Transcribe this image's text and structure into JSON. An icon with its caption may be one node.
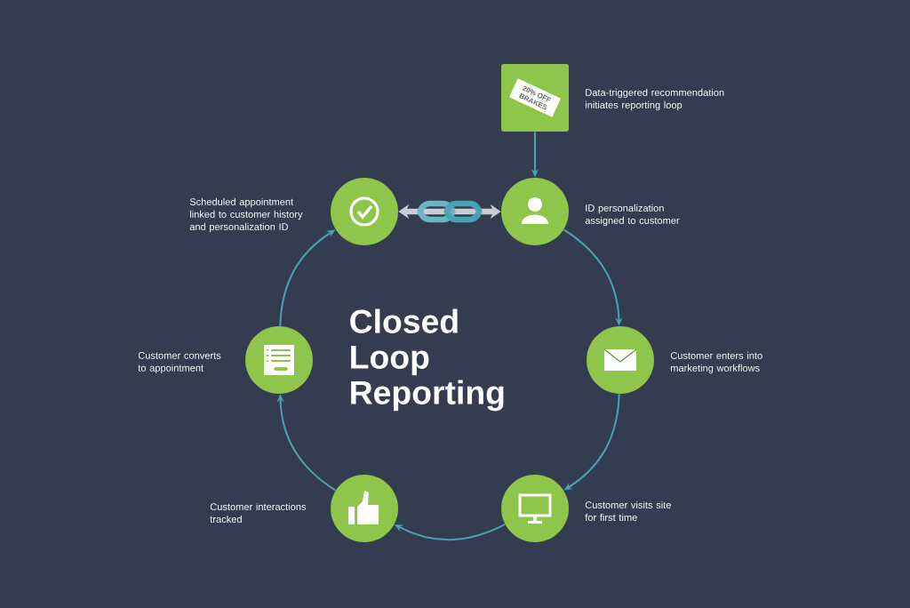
{
  "diagram": {
    "title": "Closed Loop Reporting",
    "nodes": [
      {
        "text": [
          "20% OFF BRAKES"
        ],
        "beside": [
          "Data-triggered recommendation initiates reporting loop"
        ]
      },
      {
        "text": [],
        "shape": "circle",
        "beside": [
          "ID personalization assigned to customer"
        ]
      },
      {
        "text": [],
        "shape": "circle",
        "beside": [
          "Customer enters into marketing workflows"
        ]
      },
      {
        "text": [],
        "shape": "circle",
        "beside": [
          "Customer visits site for first time"
        ]
      },
      {
        "text": [],
        "shape": "circle",
        "beside": [
          "Customer interactions tracked"
        ]
      },
      {
        "text": [],
        "shape": "circle",
        "beside": [
          "Customer converts to appointment"
        ]
      },
      {
        "text": [],
        "shape": "circle",
        "beside": [
          "Scheduled appointment linked to customer history and personalization ID"
        ]
      }
    ],
    "edges": [
      {
        "from": 0,
        "to": 1,
        "arrow": "to"
      },
      {
        "from": 1,
        "to": 2,
        "arrow": "to"
      },
      {
        "from": 2,
        "to": 3,
        "arrow": "to"
      },
      {
        "from": 3,
        "to": 4,
        "arrow": "to"
      },
      {
        "from": 4,
        "to": 5,
        "arrow": "to"
      },
      {
        "from": 5,
        "to": 6,
        "arrow": "to"
      },
      {
        "from": 6,
        "to": 1,
        "arrow": "both",
        "color": "#c9ced6",
        "style": "thick"
      }
    ]
  }
}
